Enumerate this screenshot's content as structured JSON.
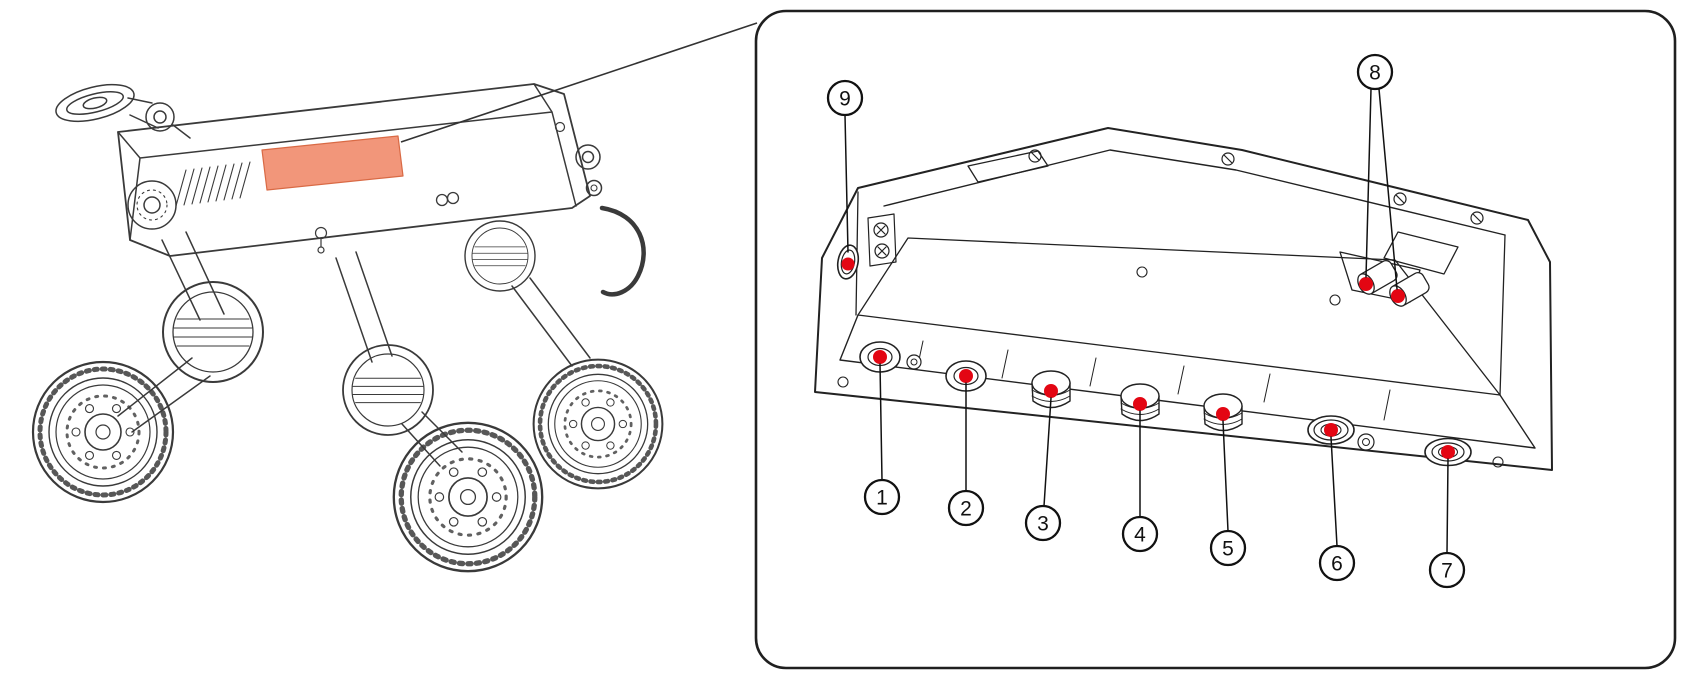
{
  "diagram": {
    "callouts": [
      {
        "label": "1"
      },
      {
        "label": "2"
      },
      {
        "label": "3"
      },
      {
        "label": "4"
      },
      {
        "label": "5"
      },
      {
        "label": "6"
      },
      {
        "label": "7"
      },
      {
        "label": "8"
      },
      {
        "label": "9"
      }
    ]
  },
  "colors": {
    "marker_red": "#E30613",
    "panel_highlight": "#F2967A",
    "line_dark": "#1F1F1F"
  }
}
